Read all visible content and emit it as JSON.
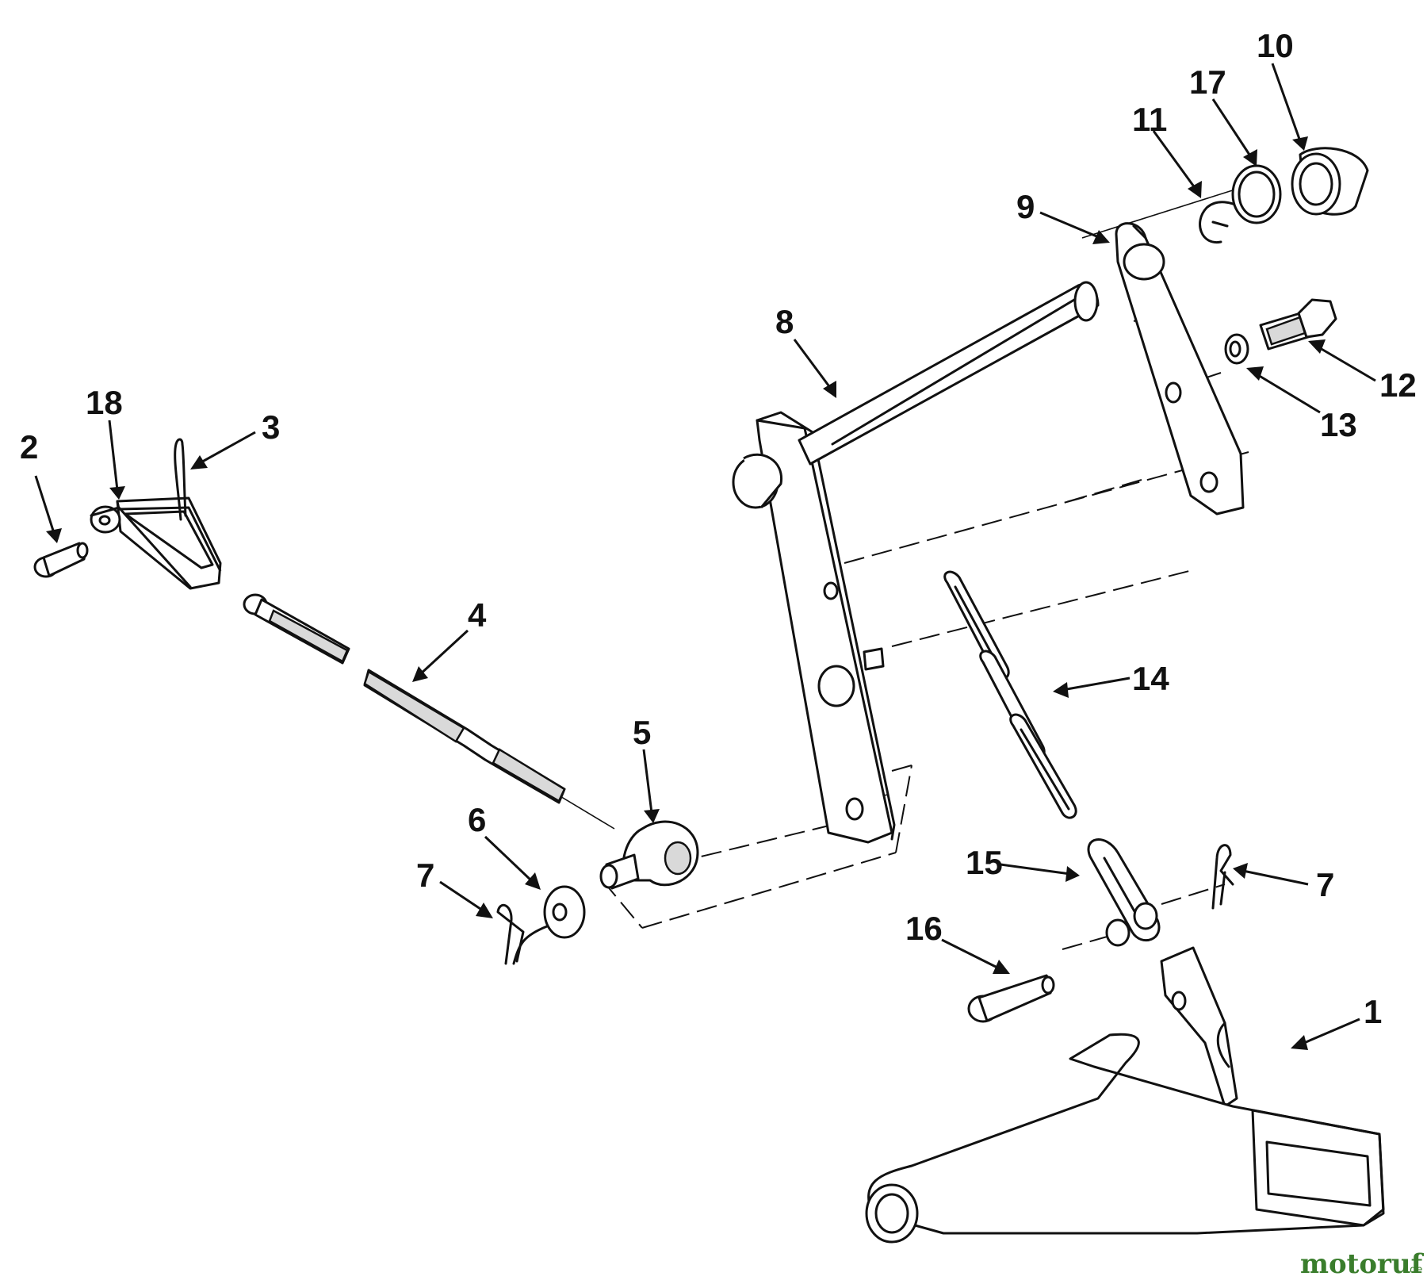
{
  "callouts": [
    {
      "id": "c1",
      "text": "1"
    },
    {
      "id": "c2",
      "text": "2"
    },
    {
      "id": "c3",
      "text": "3"
    },
    {
      "id": "c4",
      "text": "4"
    },
    {
      "id": "c5",
      "text": "5"
    },
    {
      "id": "c6",
      "text": "6"
    },
    {
      "id": "c7a",
      "text": "7"
    },
    {
      "id": "c7b",
      "text": "7"
    },
    {
      "id": "c8",
      "text": "8"
    },
    {
      "id": "c9",
      "text": "9"
    },
    {
      "id": "c10",
      "text": "10"
    },
    {
      "id": "c11",
      "text": "11"
    },
    {
      "id": "c12",
      "text": "12"
    },
    {
      "id": "c13",
      "text": "13"
    },
    {
      "id": "c14",
      "text": "14"
    },
    {
      "id": "c15",
      "text": "15"
    },
    {
      "id": "c16",
      "text": "16"
    },
    {
      "id": "c17",
      "text": "17"
    },
    {
      "id": "c18",
      "text": "18"
    }
  ],
  "watermark": {
    "brand": "motoruf",
    "suffix": ".de"
  }
}
